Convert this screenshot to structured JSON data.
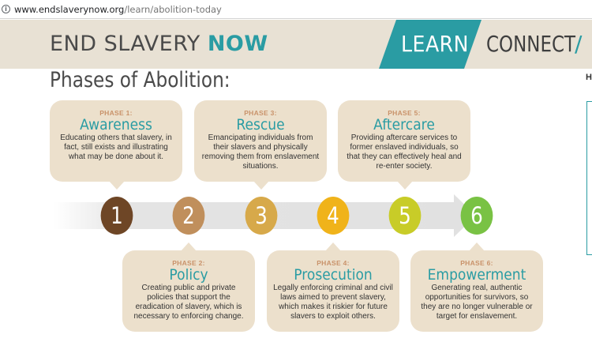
{
  "browser": {
    "url_host": "www.endslaverynow.org",
    "url_path": "/learn/abolition-today"
  },
  "header": {
    "logo_main": "END SLAVERY ",
    "logo_accent": "NOW",
    "nav_learn": "LEARN",
    "nav_connect": "CONNECT",
    "nav_slash": "/"
  },
  "page": {
    "title": "Phases of Abolition:",
    "right_fragment": "H"
  },
  "colors": {
    "teal": "#2a9ca3",
    "card_bg": "#ece0cc",
    "phase_label": "#c9926a",
    "header_bg": "#e8e1d4"
  },
  "phases": [
    {
      "num": "1",
      "label": "PHASE 1:",
      "name": "Awareness",
      "desc": "Educating others that slavery, in fact, still exists and illustrating what may be done about it.",
      "color": "#6e4626"
    },
    {
      "num": "2",
      "label": "PHASE 2:",
      "name": "Policy",
      "desc": "Creating public and private policies that support the eradication of slavery, which is necessary to enforcing change.",
      "color": "#c08f5c"
    },
    {
      "num": "3",
      "label": "PHASE 3:",
      "name": "Rescue",
      "desc": "Emancipating individuals from their slavers and physically removing them from enslavement situations.",
      "color": "#d7a94a"
    },
    {
      "num": "4",
      "label": "PHASE 4:",
      "name": "Prosecution",
      "desc": "Legally enforcing criminal and civil laws aimed to prevent slavery, which makes it riskier for future slavers to exploit others.",
      "color": "#f0b31a"
    },
    {
      "num": "5",
      "label": "PHASE 5:",
      "name": "Aftercare",
      "desc": "Providing aftercare services to former enslaved individuals, so that they can effectively heal and re-enter society.",
      "color": "#c8cc28"
    },
    {
      "num": "6",
      "label": "PHASE 6:",
      "name": "Empowerment",
      "desc": "Generating real, authentic opportunities for survivors, so they are no longer vulnerable or target for enslavement.",
      "color": "#79c244"
    }
  ]
}
